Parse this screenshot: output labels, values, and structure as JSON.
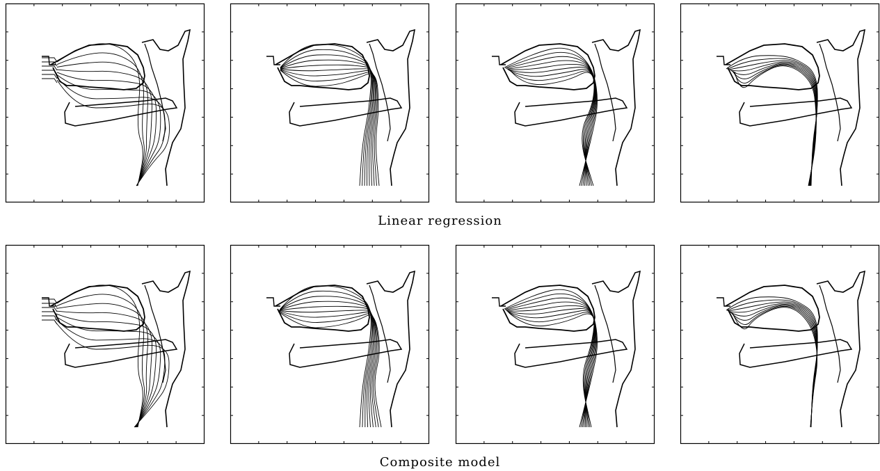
{
  "rows": [
    {
      "caption": "Linear regression",
      "panels": 4
    },
    {
      "caption": "Composite model",
      "panels": 4
    }
  ],
  "line_color": "#000000",
  "background_color": "#ffffff"
}
